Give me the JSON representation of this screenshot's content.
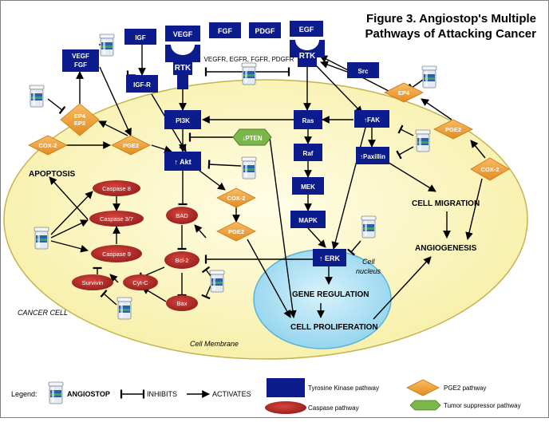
{
  "title": {
    "line1": "Figure 3. Angiostop's Multiple",
    "line2": "Pathways of Attacking Cancer"
  },
  "colors": {
    "kinase": "#0d1c8c",
    "pge2": "#f0a030",
    "caspase": "#b52a26",
    "suppressor": "#7ab648",
    "cell": "#fbf6c0",
    "nucleus": "#b3e4f5",
    "pill": "#e8eef5"
  },
  "receptors": {
    "vegf": "VEGF",
    "fgf": "FGF",
    "pdgf": "PDGF",
    "egf": "EGF",
    "rtk1": "RTK",
    "rtk2": "RTK",
    "rtk_list": "VEGFR, EGFR, FGFR, PDGFR"
  },
  "nodes": {
    "vegf_fgf_1": "VEGF",
    "vegf_fgf_2": "FGF",
    "igf": "IGF",
    "igf_r": "IGF-R",
    "src": "Src",
    "pi3k": "PI3K",
    "ras": "Ras",
    "fak": "↑FAK",
    "raf": "Raf",
    "mek": "MEK",
    "mapk": "MAPK",
    "akt": "↑ Akt",
    "paxillin": "↑Paxillin",
    "erk": "↑ ERK",
    "pten": "↓PTEN"
  },
  "diamonds": {
    "ep4_ep2_1": "EP4",
    "ep4_ep2_2": "EP2",
    "cox2_left": "COX-2",
    "pge2_left": "PGE2",
    "cox2_mid": "COX-2",
    "pge2_mid": "PGE2",
    "ep4_right": "EP4",
    "pge2_right": "PGE2",
    "cox2_right": "COX-2"
  },
  "ellipses": {
    "caspase8": "Caspase 8",
    "caspase37": "Caspase 3/7",
    "caspase9": "Caspase 9",
    "survivin": "Survivin",
    "cytc": "Cyt-C",
    "bad": "BAD",
    "bcl2": "Bcl-2",
    "bax": "Bax"
  },
  "labels": {
    "apoptosis": "APOPTOSIS",
    "cell_migration": "CELL MIGRATION",
    "angiogenesis": "ANGIOGENESIS",
    "gene_regulation": "GENE REGULATION",
    "cell_proliferation": "CELL PROLIFERATION",
    "cell_nucleus_1": "Cell",
    "cell_nucleus_2": "nucleus",
    "cancer_cell": "CANCER CELL",
    "cell_membrane": "Cell Membrane"
  },
  "legend": {
    "prefix": "Legend:",
    "angiostop": "ANGIOSTOP",
    "inhibits": "INHIBITS",
    "activates": "ACTIVATES",
    "kinase": "Tyrosine Kinase pathway",
    "caspase": "Caspase pathway",
    "pge2": "PGE2 pathway",
    "suppressor": "Tumor suppressor pathway"
  }
}
